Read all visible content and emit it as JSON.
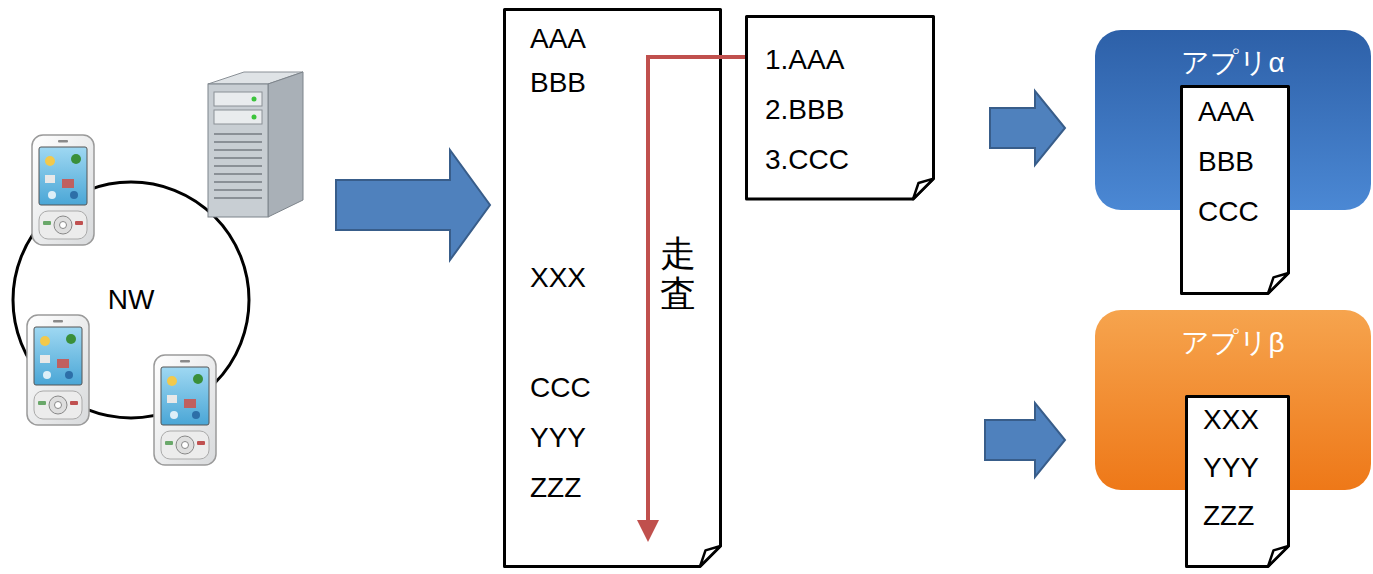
{
  "diagram": {
    "nodes": [
      {
        "text": [
          "NW"
        ]
      },
      {
        "text": [
          "AAA",
          "BBB",
          "XXX",
          "CCC",
          "YYY",
          "ZZZ",
          "走査"
        ]
      },
      {
        "text": [
          "1.AAA",
          "2.BBB",
          "3.CCC"
        ]
      },
      {
        "text": [
          "アプリα"
        ]
      },
      {
        "text": [
          "AAA",
          "BBB",
          "CCC"
        ],
        "in": 3
      },
      {
        "text": [
          "アプリβ"
        ]
      },
      {
        "text": [
          "XXX",
          "YYY",
          "ZZZ"
        ],
        "in": 5
      }
    ],
    "edges": [
      {
        "from": 0,
        "to": 1,
        "arrow": "to"
      },
      {
        "from": 1,
        "to": 2,
        "arrow": "none"
      },
      {
        "from": 2,
        "to": 3,
        "arrow": "to"
      },
      {
        "from": 1,
        "to": 5,
        "arrow": "to"
      }
    ]
  }
}
